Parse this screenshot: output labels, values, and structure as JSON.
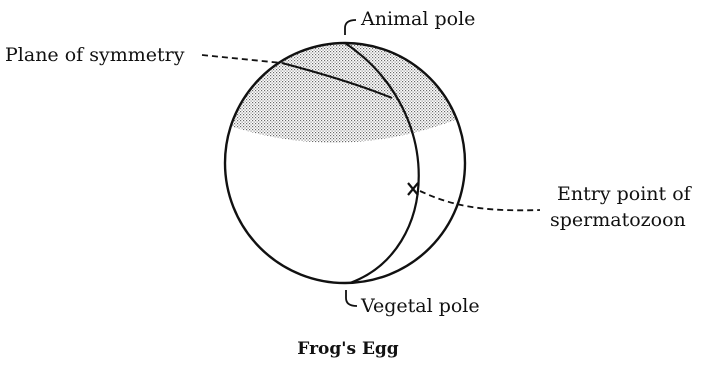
{
  "figure": {
    "caption": "Frog's Egg",
    "labels": {
      "animal_pole": "Animal pole",
      "plane_of_symmetry": "Plane of symmetry",
      "entry_point_line1": "Entry point of",
      "entry_point_line2": "spermatozoon",
      "vegetal_pole": "Vegetal pole"
    }
  }
}
